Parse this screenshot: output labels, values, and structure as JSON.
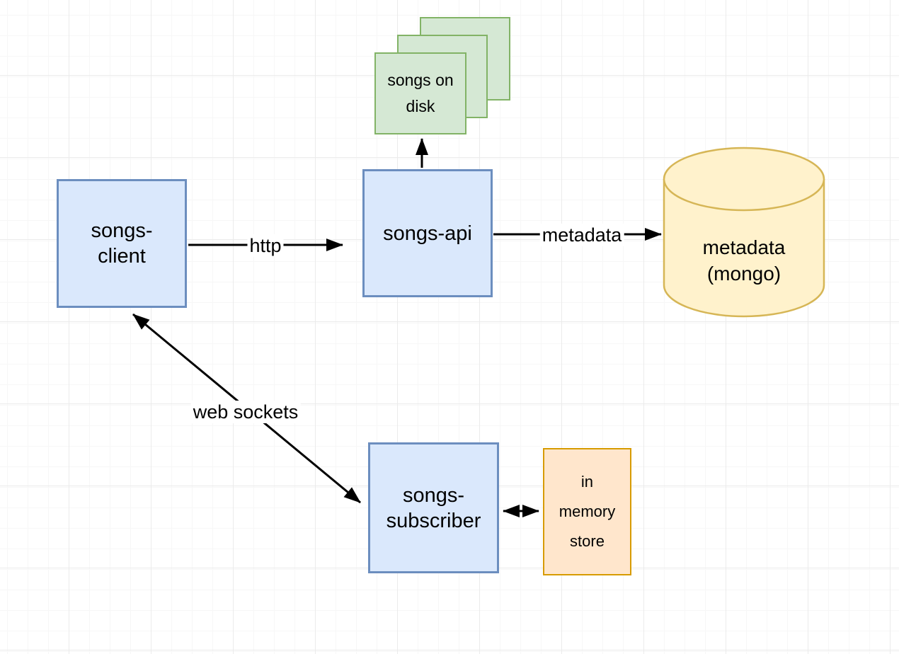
{
  "diagram": {
    "nodes": {
      "songs_client": {
        "label": "songs-\nclient"
      },
      "songs_api": {
        "label": "songs-api"
      },
      "songs_on_disk": {
        "label": "songs on\ndisk"
      },
      "metadata_mongo": {
        "label": "metadata\n(mongo)"
      },
      "songs_subscriber": {
        "label": "songs-\nsubscriber"
      },
      "in_memory_store": {
        "label": "in\nmemory\nstore"
      }
    },
    "edges": {
      "http": {
        "label": "http"
      },
      "metadata": {
        "label": "metadata"
      },
      "web_sockets": {
        "label": "web sockets"
      }
    },
    "colors": {
      "node_blue_fill": "#dae8fc",
      "node_blue_stroke": "#6c8ebf",
      "node_green_fill": "#d5e8d4",
      "node_green_stroke": "#82b366",
      "node_yellow_fill": "#fff2cc",
      "node_yellow_stroke": "#d6b656",
      "node_orange_fill": "#ffe6cc",
      "node_orange_stroke": "#d79b00",
      "arrow": "#000000"
    }
  }
}
